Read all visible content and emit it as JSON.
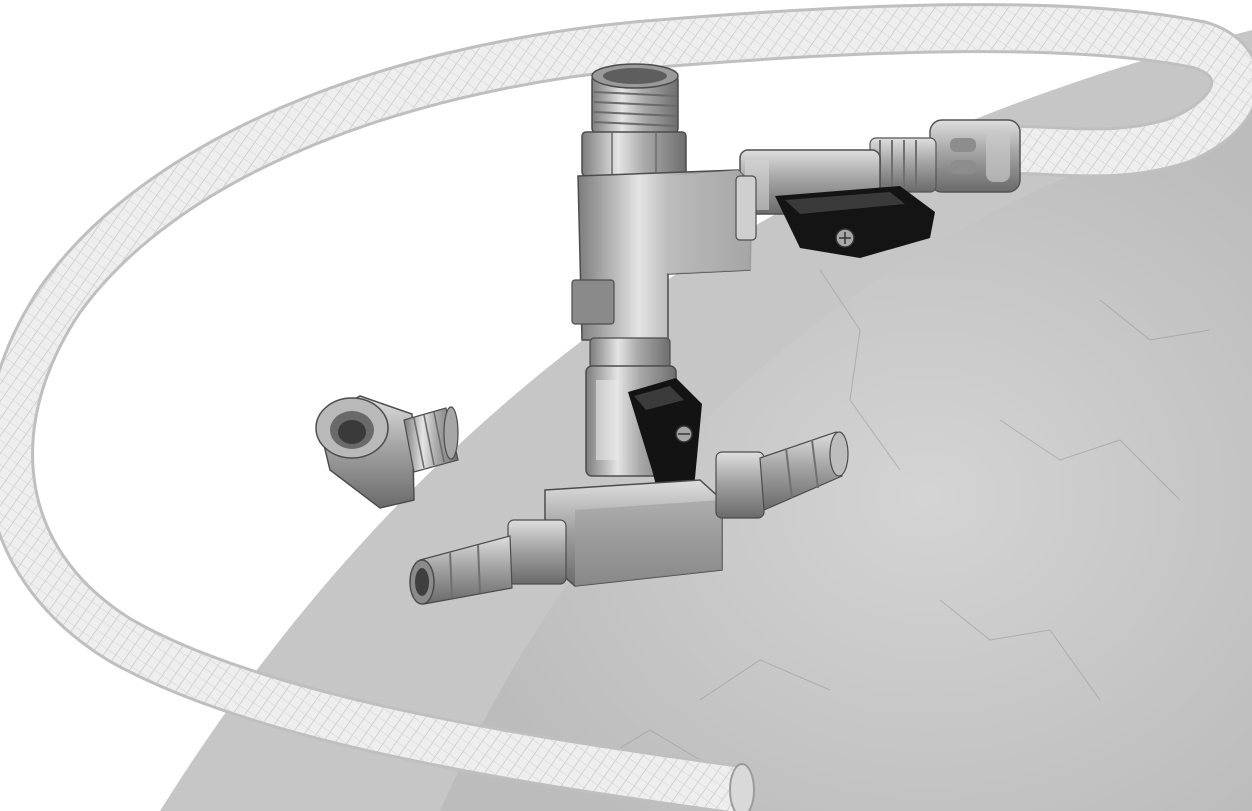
{
  "image": {
    "subject": "stainless-steel-fittings-and-braided-hose",
    "background_color": "#ffffff",
    "backdrop_color": "#c9c9c9",
    "metal_color": "#b8b8b8",
    "handle_color": "#111111",
    "hose_color": "#e6e6e6",
    "objects": [
      {
        "name": "braided-hose",
        "icon": "hose-icon"
      },
      {
        "name": "male-thread-tee",
        "icon": "tee-fitting-icon"
      },
      {
        "name": "upper-ball-valve",
        "icon": "ball-valve-icon"
      },
      {
        "name": "lower-ball-valve",
        "icon": "ball-valve-icon"
      },
      {
        "name": "barbed-tee",
        "icon": "barb-fitting-icon"
      },
      {
        "name": "angled-adapter",
        "icon": "elbow-adapter-icon"
      },
      {
        "name": "hose-crimp-ferrule",
        "icon": "ferrule-icon"
      }
    ]
  }
}
